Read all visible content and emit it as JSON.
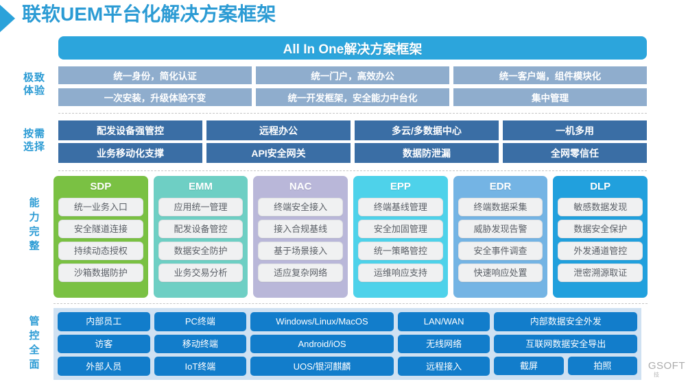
{
  "title": "联软UEM平台化解决方案框架",
  "banner": {
    "text": "All In One解决方案框架"
  },
  "rails": {
    "experience": "极致\n体验",
    "experience_line1": "极致",
    "experience_line2": "体验",
    "selection_line1": "按需",
    "selection_line2": "选择",
    "capability_line1": "能",
    "capability_line2": "力",
    "capability_line3": "完",
    "capability_line4": "整",
    "coverage_line1": "管",
    "coverage_line2": "控",
    "coverage_line3": "全",
    "coverage_line4": "面"
  },
  "experience": {
    "row1": [
      "统一身份，简化认证",
      "统一门户，高效办公",
      "统一客户端，组件模块化"
    ],
    "row2": [
      "一次安装，升级体验不变",
      "统一开发框架，安全能力中台化",
      "集中管理"
    ]
  },
  "selection": {
    "row1": [
      "配发设备强管控",
      "远程办公",
      "多云/多数据中心",
      "一机多用"
    ],
    "row2": [
      "业务移动化支撑",
      "API安全网关",
      "数据防泄漏",
      "全网零信任"
    ]
  },
  "capabilities": [
    {
      "name": "SDP",
      "color": "#7ac143",
      "items": [
        "统一业务入口",
        "安全隧道连接",
        "持续动态授权",
        "沙箱数据防护"
      ]
    },
    {
      "name": "EMM",
      "color": "#6ecfc4",
      "items": [
        "应用统一管理",
        "配发设备管控",
        "数据安全防护",
        "业务交易分析"
      ]
    },
    {
      "name": "NAC",
      "color": "#b9b7d9",
      "items": [
        "终端安全接入",
        "接入合规基线",
        "基于场景接入",
        "适应复杂网络"
      ]
    },
    {
      "name": "EPP",
      "color": "#4ed2ea",
      "items": [
        "终端基线管理",
        "安全加固管理",
        "统一策略管控",
        "运维响应支持"
      ]
    },
    {
      "name": "EDR",
      "color": "#74b4e4",
      "items": [
        "终端数据采集",
        "威胁发现告警",
        "安全事件调查",
        "快速响应处置"
      ]
    },
    {
      "name": "DLP",
      "color": "#21a0dd",
      "items": [
        "敏感数据发现",
        "数据安全保护",
        "外发通道管控",
        "泄密溯源取证"
      ]
    }
  ],
  "coverage": {
    "columns": [
      {
        "rows": [
          "内部员工",
          "访客",
          "外部人员"
        ]
      },
      {
        "rows": [
          "PC终端",
          "移动终端",
          "IoT终端"
        ]
      },
      {
        "rows": [
          "Windows/Linux/MacOS",
          "Android/iOS",
          "UOS/银河麒麟"
        ]
      },
      {
        "rows": [
          "LAN/WAN",
          "无线网络",
          "远程接入"
        ]
      },
      {
        "rows": [
          "内部数据安全外发",
          "互联网数据安全导出"
        ],
        "split_row": [
          "截屏",
          "拍照"
        ]
      }
    ]
  },
  "watermark": {
    "text": "GSOFT",
    "sub": "技"
  },
  "colors": {
    "brand": "#2b9bd4",
    "banner": "#2ca5dc",
    "experience_chip": "#8fadcd",
    "selection_chip": "#3a6ea5",
    "coverage_panel": "#cfe1f2",
    "coverage_chip": "#127dcb",
    "cap_item_bg": "#f0f1f2"
  }
}
